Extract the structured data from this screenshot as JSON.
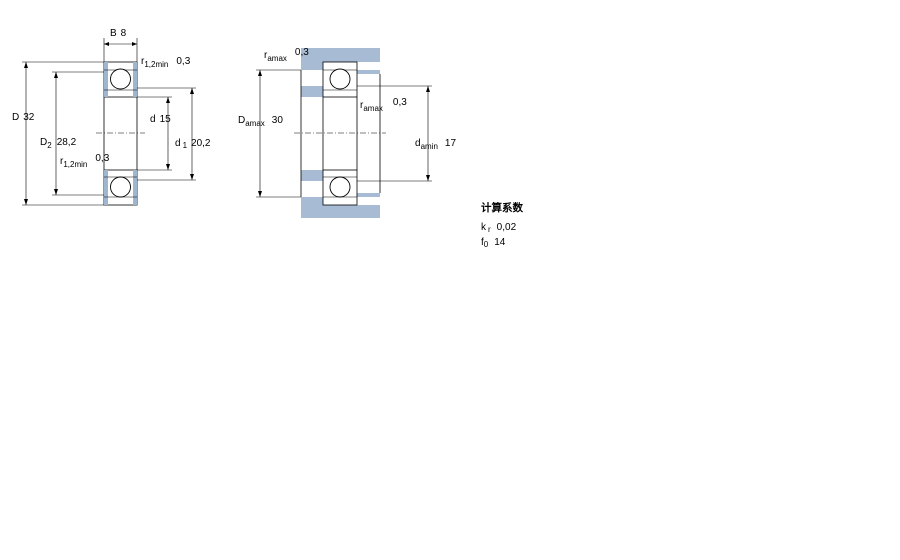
{
  "bearing": {
    "B": {
      "symbol": "B",
      "value": "8"
    },
    "D": {
      "symbol": "D",
      "value": "32"
    },
    "D2": {
      "symbol": "D",
      "sub": "2",
      "value": "28,2"
    },
    "d": {
      "symbol": "d",
      "value": "15"
    },
    "d1": {
      "symbol": "d",
      "sub": "1",
      "value": "20,2"
    },
    "r12_top": {
      "symbol": "r",
      "sub": "1,2min",
      "value": "0,3"
    },
    "r12_bot": {
      "symbol": "r",
      "sub": "1,2min",
      "value": "0,3"
    }
  },
  "abutment": {
    "ra_top": {
      "symbol": "r",
      "sub": "amax",
      "value": "0,3"
    },
    "ra_mid": {
      "symbol": "r",
      "sub": "amax",
      "value": "0,3"
    },
    "Da": {
      "symbol": "D",
      "sub": "amax",
      "value": "30"
    },
    "da": {
      "symbol": "d",
      "sub": "amin",
      "value": "17"
    }
  },
  "calc": {
    "title": "计算系数",
    "kr": {
      "symbol": "k",
      "sub": "r",
      "value": "0,02"
    },
    "f0": {
      "symbol": "f",
      "sub": "0",
      "value": "14"
    }
  },
  "colors": {
    "housing": "#9fb6cf",
    "line": "#000000"
  }
}
